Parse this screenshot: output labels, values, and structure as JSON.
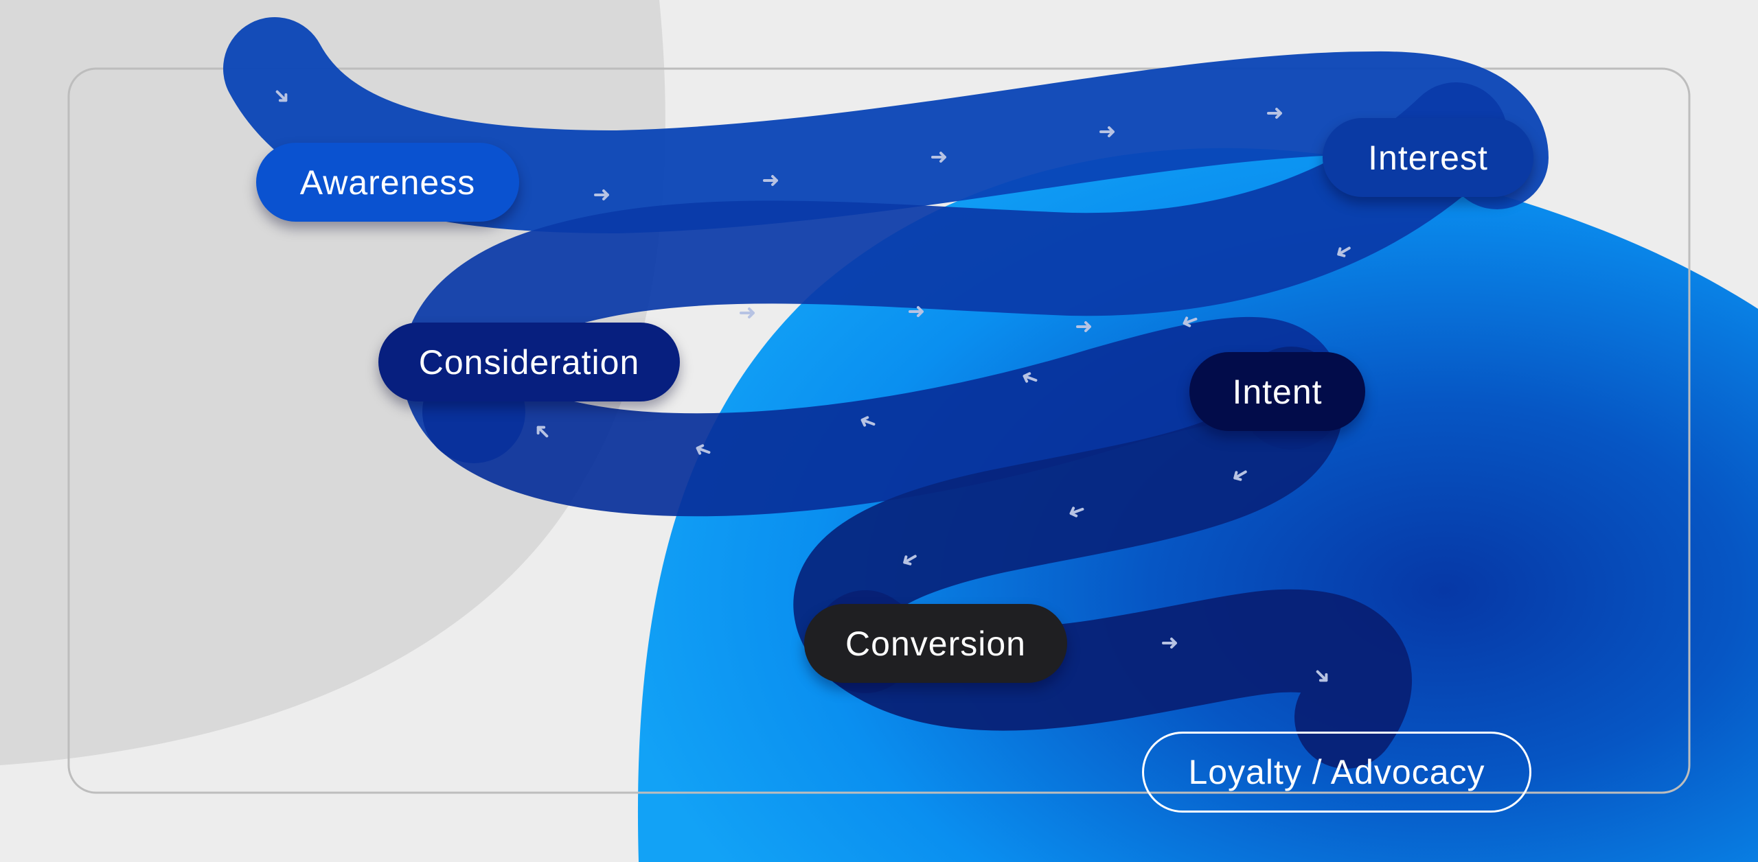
{
  "colors": {
    "background_gray": "#ededed",
    "gray_blob": "#d9d9d9",
    "frame_line": "#bdbdbd",
    "bright_blue": "#0a8ff0",
    "deep_blue": "#0a3fae",
    "ribbon_blue": "#0a3aa8",
    "arrow_color": "#b7c3e3"
  },
  "stages": [
    {
      "label": "Awareness",
      "color": "#0a52d0",
      "shape": "filled-pill"
    },
    {
      "label": "Interest",
      "color": "#0a3aa4",
      "shape": "filled-pill"
    },
    {
      "label": "Consideration",
      "color": "#071f7f",
      "shape": "filled-pill"
    },
    {
      "label": "Intent",
      "color": "#020c4a",
      "shape": "filled-pill"
    },
    {
      "label": "Conversion",
      "color": "#1f1f22",
      "shape": "filled-pill"
    },
    {
      "label": "Loyalty / Advocacy",
      "color": "#ffffff",
      "shape": "outlined-pill"
    }
  ],
  "flow_arrow_icon": "arrow-icon"
}
